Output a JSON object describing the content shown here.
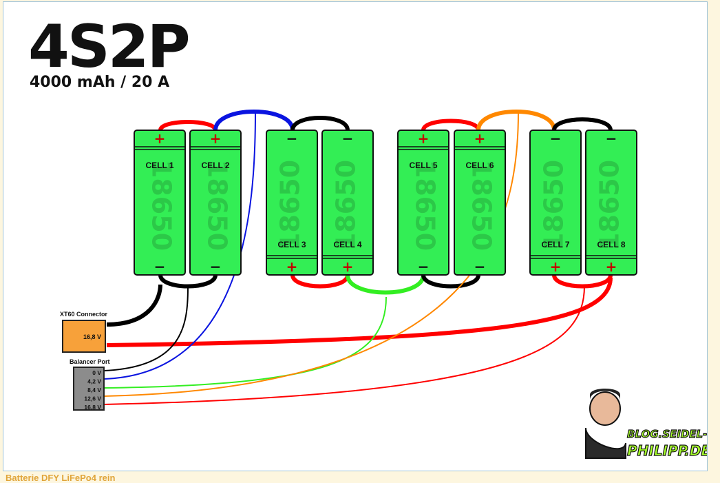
{
  "diagram": {
    "title": "4S2P",
    "subtitle": "4000 mAh / 20 A",
    "cell_type": "18650",
    "plus_symbol": "+",
    "minus_symbol": "−",
    "cells": [
      {
        "label": "CELL 1"
      },
      {
        "label": "CELL 2"
      },
      {
        "label": "CELL 3"
      },
      {
        "label": "CELL 4"
      },
      {
        "label": "CELL 5"
      },
      {
        "label": "CELL 6"
      },
      {
        "label": "CELL 7"
      },
      {
        "label": "CELL 8"
      }
    ],
    "xt60": {
      "label": "XT60 Connector",
      "voltage": "16,8 V"
    },
    "balancer": {
      "label": "Balancer Port",
      "pins": [
        "0 V",
        "4,2 V",
        "8,4 V",
        "12,6 V",
        "16,8 V"
      ]
    },
    "logo": {
      "line1": "BLOG.SEIDEL-",
      "line2": "PHILIPP.DE"
    },
    "colors": {
      "cell": "#33ee55",
      "cell_stroke": "#111111",
      "red": "#ff0000",
      "black": "#000000",
      "blue": "#0a14e0",
      "green": "#33ee22",
      "orange": "#ff8800",
      "xt60": "#f7a13a",
      "balancer": "#8c8c8c"
    }
  },
  "footer": {
    "text": "Batterie DFY LiFePo4 rein"
  }
}
